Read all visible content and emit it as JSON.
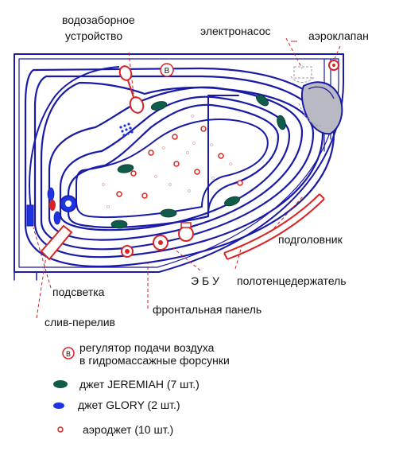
{
  "labels": {
    "water_intake": [
      "водозаборное",
      "устройство"
    ],
    "pump": "электронасос",
    "air_valve": "аэроклапан",
    "headrest": "подголовник",
    "towel_holder": "полотенцедержатель",
    "ecu": "Э Б У",
    "front_panel": "фронтальная панель",
    "backlight": "подсветка",
    "overflow_drain": "слив-перелив"
  },
  "badge_letter": "В",
  "legend": {
    "air_regulator": [
      "регулятор подачи воздуха",
      "в гидромассажные форсунки"
    ],
    "jeremiah": "джет JEREMIAH (7 шт.)",
    "glory": "джет GLORY  (2 шт.)",
    "aerojet": "аэроджет (10 шт.)"
  },
  "colors": {
    "outline": "#1a1aa8",
    "leader": "#d22020",
    "jeremiah": "#0f5c4a",
    "glory": "#1d35e0",
    "aerojet": "#d22020",
    "red_parts": "#d82424",
    "headrest_fill": "#b9b9c3"
  }
}
